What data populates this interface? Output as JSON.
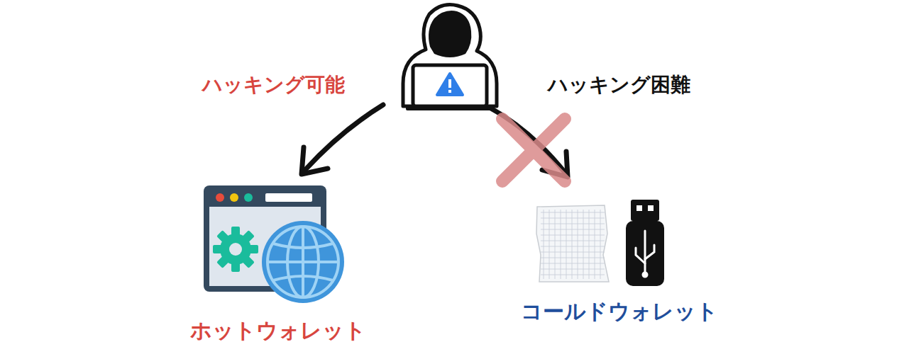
{
  "diagram": {
    "nodes": [
      {
        "text": [
          "ホットウォレット"
        ]
      },
      {
        "text": [
          "コールドウォレット"
        ]
      }
    ],
    "labels": [
      "ハッキング可能",
      "ハッキング困難"
    ]
  }
}
